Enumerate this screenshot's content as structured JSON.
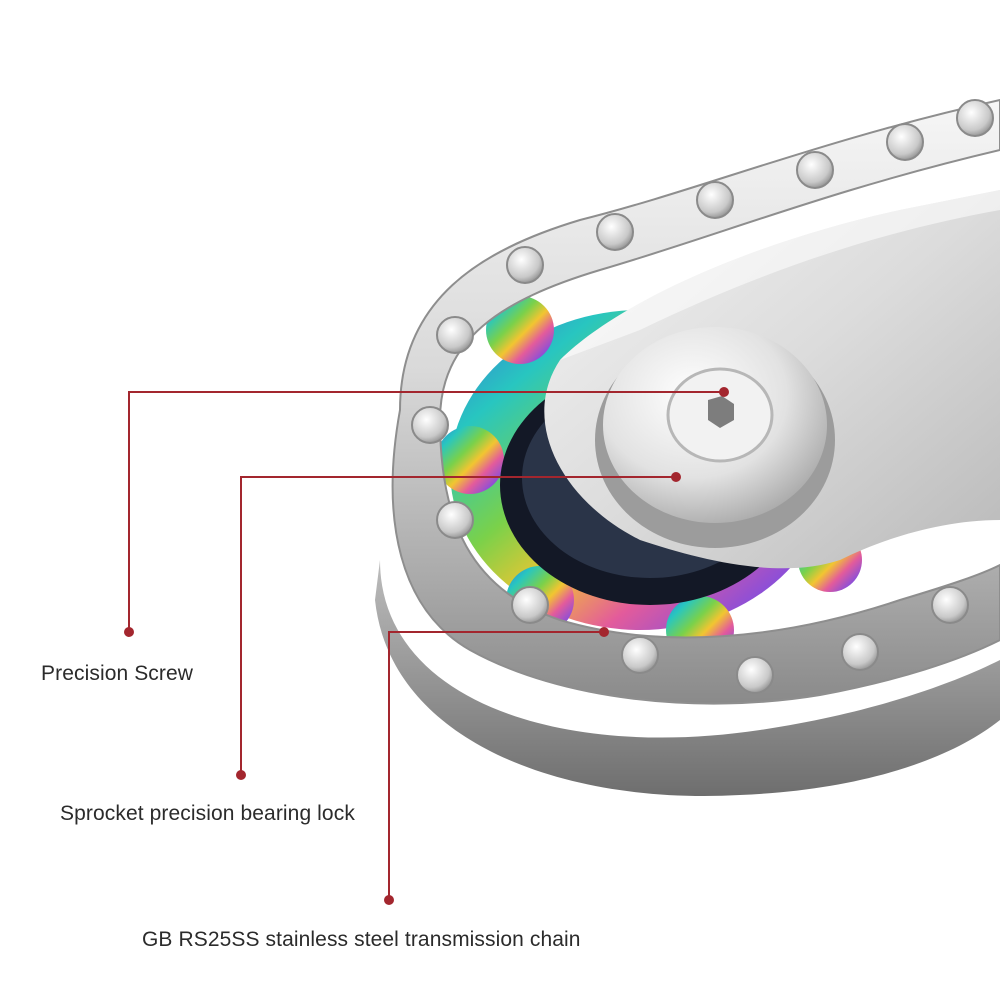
{
  "callouts": {
    "screw": "Precision Screw",
    "bearing": "Sprocket precision bearing lock",
    "chain": "GB RS25SS stainless steel transmission chain"
  },
  "colors": {
    "callout_line": "#a3262e",
    "label_text": "#2b2b2b",
    "background": "#ffffff"
  }
}
